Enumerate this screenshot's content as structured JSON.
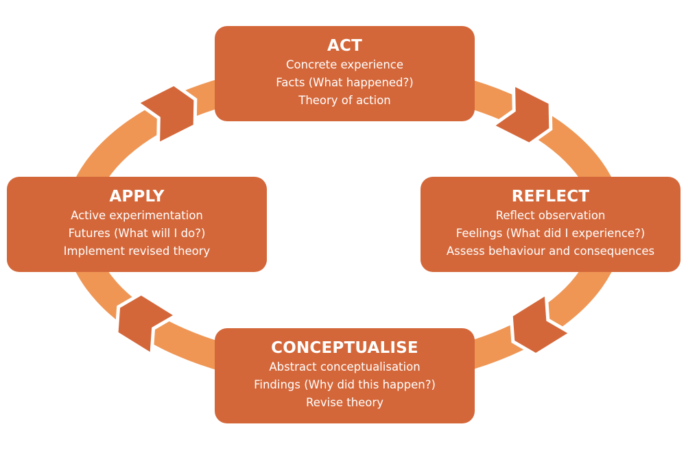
{
  "diagram": {
    "type": "cycle",
    "colors": {
      "box": "#d4673a",
      "ring": "#ef9655",
      "arrow": "#d4673a",
      "text": "#ffffff"
    },
    "flow_direction": "clockwise",
    "stages": [
      {
        "id": "act",
        "title": "ACT",
        "lines": [
          "Concrete experience",
          "Facts (What happened?)",
          "Theory of action"
        ]
      },
      {
        "id": "reflect",
        "title": "REFLECT",
        "lines": [
          "Reflect observation",
          "Feelings (What did I experience?)",
          "Assess behaviour and consequences"
        ]
      },
      {
        "id": "conceptualise",
        "title": "CONCEPTUALISE",
        "lines": [
          "Abstract conceptualisation",
          "Findings (Why did this happen?)",
          "Revise theory"
        ]
      },
      {
        "id": "apply",
        "title": "APPLY",
        "lines": [
          "Active experimentation",
          "Futures (What will I do?)",
          "Implement revised theory"
        ]
      }
    ],
    "arrows": [
      {
        "from": "act",
        "to": "reflect",
        "icon": "chevron-right-down-icon"
      },
      {
        "from": "reflect",
        "to": "conceptualise",
        "icon": "chevron-left-down-icon"
      },
      {
        "from": "conceptualise",
        "to": "apply",
        "icon": "chevron-left-up-icon"
      },
      {
        "from": "apply",
        "to": "act",
        "icon": "chevron-right-up-icon"
      }
    ]
  }
}
